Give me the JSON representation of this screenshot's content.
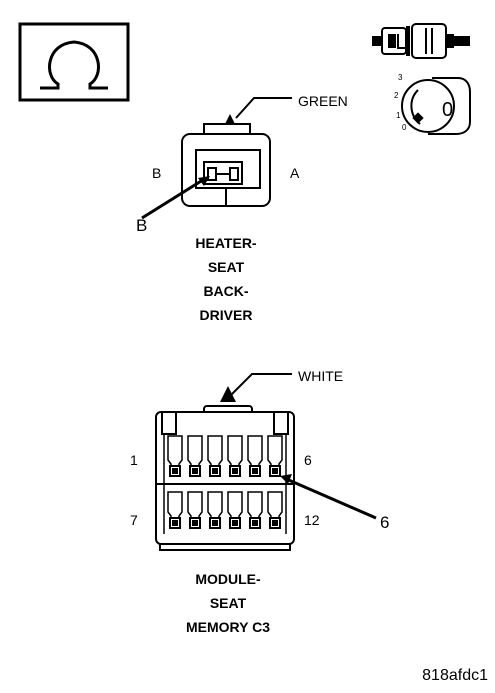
{
  "symbols": {
    "ohm_icon": "ohm-symbol",
    "connector_icon": "connector-plug-icon",
    "key_icon": "ignition-key-icon",
    "key_positions": [
      "3",
      "2",
      "1",
      "0"
    ],
    "key_face": "0"
  },
  "heater_connector": {
    "wire_color": "GREEN",
    "side_left": "B",
    "side_right": "A",
    "pointer_label": "B",
    "title_lines": [
      "HEATER-",
      "SEAT",
      "BACK-",
      "DRIVER"
    ]
  },
  "memory_connector": {
    "wire_color": "WHITE",
    "pin_top_left": "1",
    "pin_top_right": "6",
    "pin_bottom_left": "7",
    "pin_bottom_right": "12",
    "pointer_label": "6",
    "title_lines": [
      "MODULE-",
      "SEAT",
      "MEMORY C3"
    ]
  },
  "figure_id": "818afdc1"
}
